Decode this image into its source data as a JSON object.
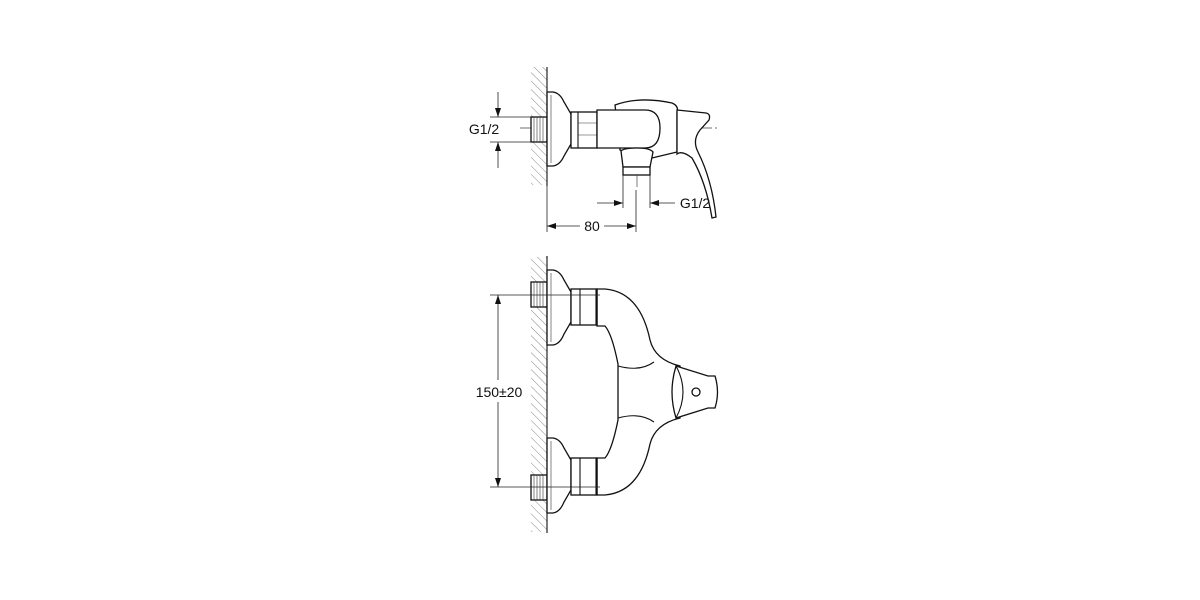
{
  "side_view": {
    "inlet_thread_label": "G1/2",
    "outlet_thread_label": "G1/2",
    "depth_dimension": "80"
  },
  "front_view": {
    "inlet_spacing_dimension": "150±20"
  }
}
